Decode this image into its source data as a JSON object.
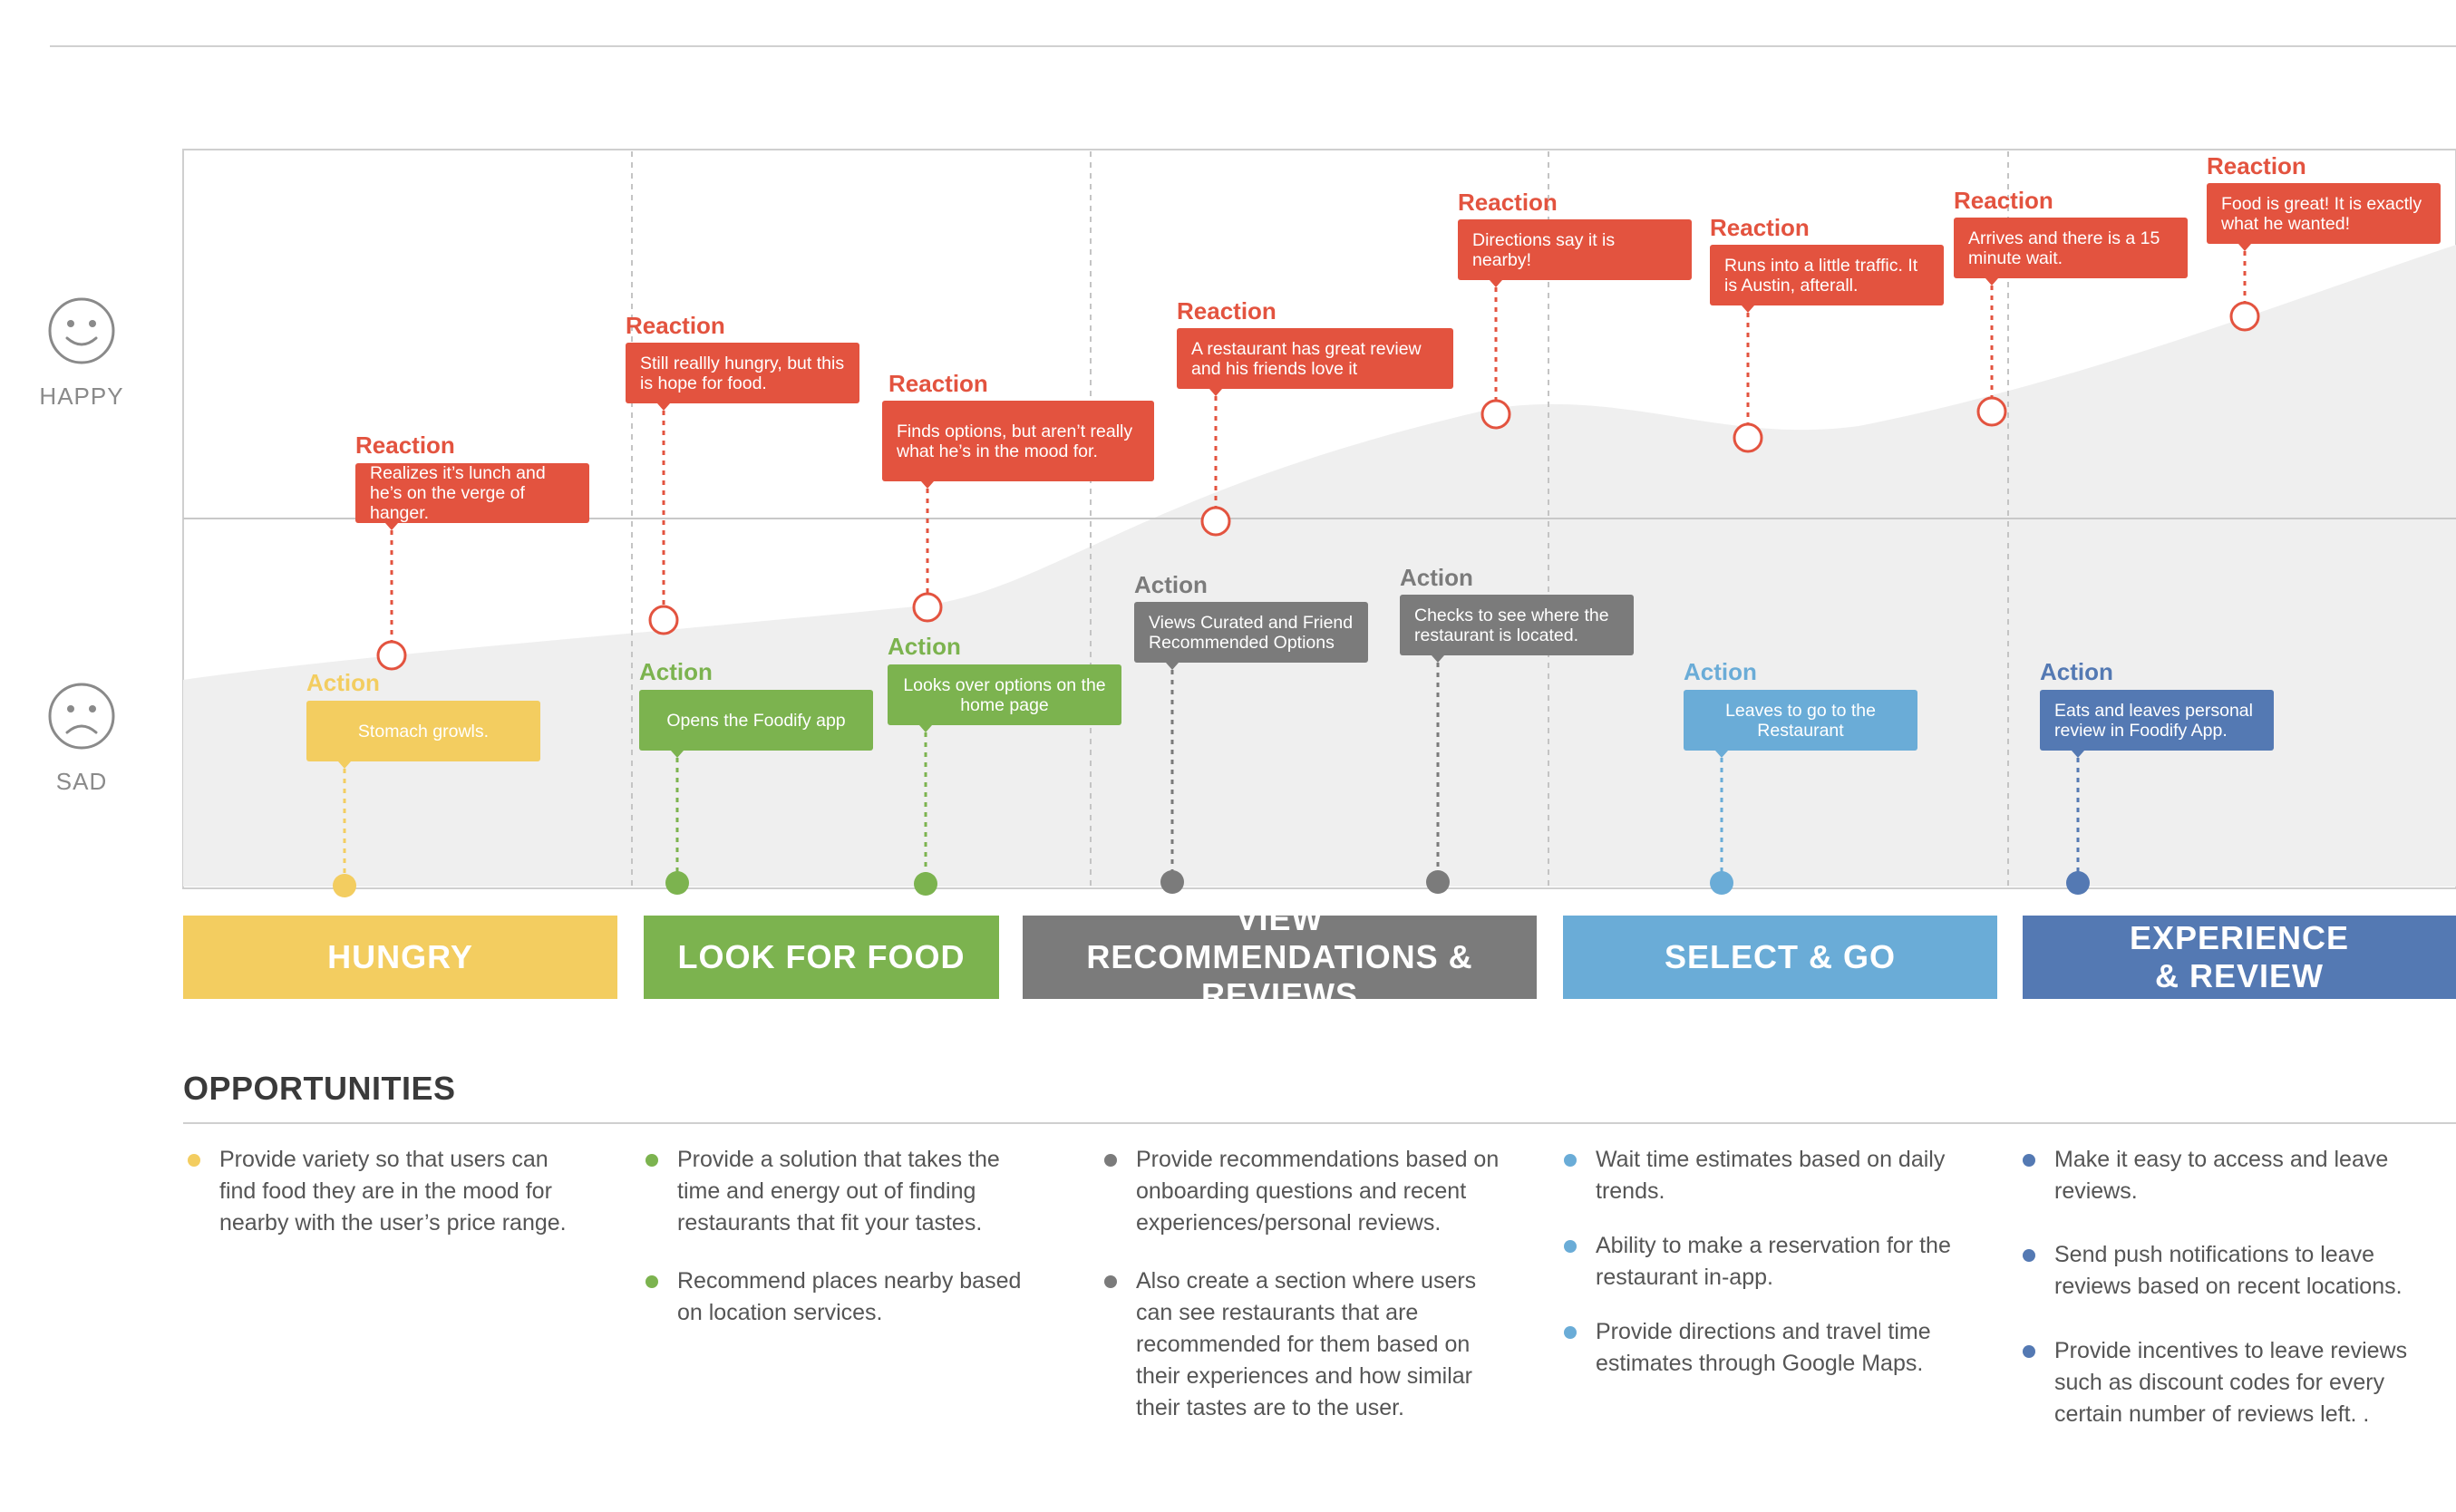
{
  "colors": {
    "reaction": "#e3533f",
    "hungry": "#f3cd60",
    "look": "#7cb34f",
    "view": "#7b7b7b",
    "select": "#6aacd7",
    "experience": "#5479b3",
    "curve_fill": "#efefef"
  },
  "moods": {
    "happy": "HAPPY",
    "sad": "SAD"
  },
  "icons": {
    "happy": "smiley-face-icon",
    "sad": "sad-face-icon"
  },
  "reactions": [
    {
      "heading": "Reaction",
      "text": "Realizes it’s lunch and he’s on the verge of hanger."
    },
    {
      "heading": "Reaction",
      "text": "Still reallly hungry, but this is hope for food."
    },
    {
      "heading": "Reaction",
      "text": "Finds options, but aren’t really what he’s in the mood for."
    },
    {
      "heading": "Reaction",
      "text": "A restaurant has great review and his friends love it"
    },
    {
      "heading": "Reaction",
      "text": "Directions say it is nearby!"
    },
    {
      "heading": "Reaction",
      "text": "Runs into a little traffic. It is Austin, afterall."
    },
    {
      "heading": "Reaction",
      "text": "Arrives and there is a 15 minute wait."
    },
    {
      "heading": "Reaction",
      "text": "Food is great! It is exactly what he wanted!"
    }
  ],
  "actions": [
    {
      "heading": "Action",
      "text": "Stomach growls."
    },
    {
      "heading": "Action",
      "text": "Opens the Foodify app"
    },
    {
      "heading": "Action",
      "text": "Looks over options on the home page"
    },
    {
      "heading": "Action",
      "text": "Views Curated and Friend Recommended Options"
    },
    {
      "heading": "Action",
      "text": "Checks to see where the restaurant is located."
    },
    {
      "heading": "Action",
      "text": "Leaves to go to the Restaurant"
    },
    {
      "heading": "Action",
      "text": "Eats and leaves personal review in Foodify App."
    }
  ],
  "phases": [
    {
      "label": "HUNGRY"
    },
    {
      "label": "LOOK FOR FOOD"
    },
    {
      "label": "VIEW RECOMMENDATIONS & REVIEWS"
    },
    {
      "label": "SELECT & GO"
    },
    {
      "label": "EXPERIENCE & REVIEW"
    }
  ],
  "opportunities": {
    "title": "OPPORTUNITIES",
    "columns": [
      {
        "items": [
          "Provide variety so that users can find food they are in the mood for nearby with the user’s price range."
        ]
      },
      {
        "items": [
          "Provide a solution that takes the time and energy out of finding restaurants that fit your tastes.",
          "Recommend places nearby based on location services."
        ]
      },
      {
        "items": [
          "Provide recommendations based on onboarding questions and recent experiences/personal reviews.",
          "Also create a section where users can see restaurants that are recommended for them based on their experiences and how similar their tastes are to the user."
        ]
      },
      {
        "items": [
          "Wait time estimates based on daily trends.",
          "Ability to make a reservation for the restaurant in-app.",
          "Provide directions and travel time estimates through Google Maps."
        ]
      },
      {
        "items": [
          "Make it easy to access and leave reviews.",
          "Send push notifications to leave reviews based on recent locations.",
          "Provide incentives to leave reviews such as discount codes for every certain number of reviews left. ."
        ]
      }
    ]
  }
}
